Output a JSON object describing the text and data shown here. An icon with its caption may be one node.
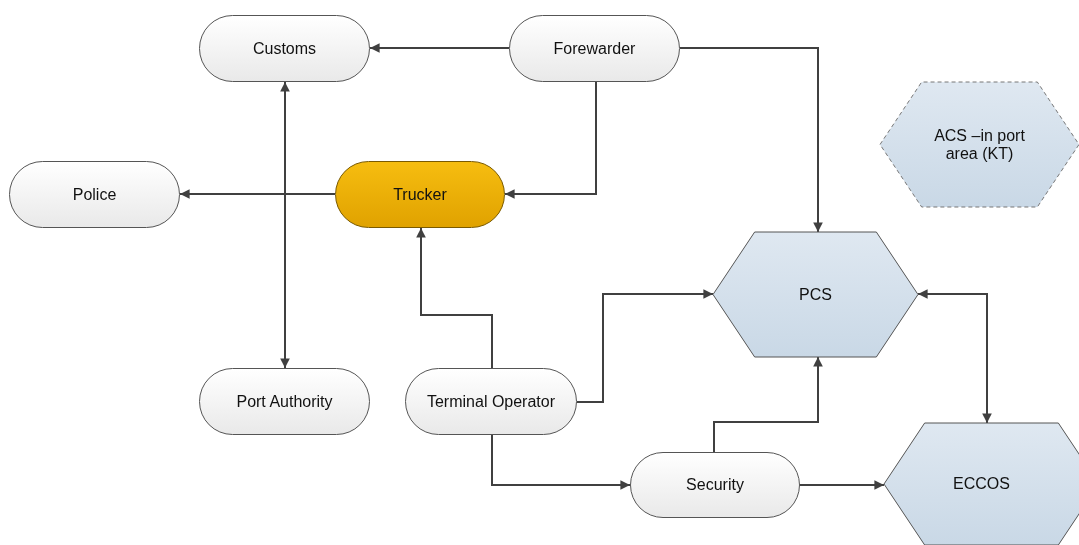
{
  "diagram": {
    "nodes": [
      {
        "text": [
          "Customs"
        ]
      },
      {
        "text": [
          "Forewarder"
        ]
      },
      {
        "text": [
          "Police"
        ]
      },
      {
        "text": [
          "Trucker"
        ]
      },
      {
        "text": [
          "ACS –in port area (KT)"
        ]
      },
      {
        "text": [
          "PCS"
        ]
      },
      {
        "text": [
          "Port Authority"
        ]
      },
      {
        "text": [
          "Terminal Operator"
        ]
      },
      {
        "text": [
          "Security"
        ]
      },
      {
        "text": [
          "ECCOS"
        ]
      }
    ],
    "edges": [
      {
        "from": 1,
        "to": 0,
        "arrow": "to"
      },
      {
        "from": 1,
        "to": 3,
        "arrow": "to"
      },
      {
        "from": 1,
        "to": 5,
        "arrow": "to"
      },
      {
        "from": 3,
        "to": 2,
        "arrow": "to"
      },
      {
        "from": 0,
        "to": 6,
        "arrow": "both"
      },
      {
        "from": 7,
        "to": 3,
        "arrow": "to"
      },
      {
        "from": 7,
        "to": 5,
        "arrow": "to"
      },
      {
        "from": 7,
        "to": 8,
        "arrow": "to"
      },
      {
        "from": 8,
        "to": 5,
        "arrow": "to"
      },
      {
        "from": 8,
        "to": 9,
        "arrow": "to"
      },
      {
        "from": 5,
        "to": 9,
        "arrow": "both"
      }
    ]
  }
}
